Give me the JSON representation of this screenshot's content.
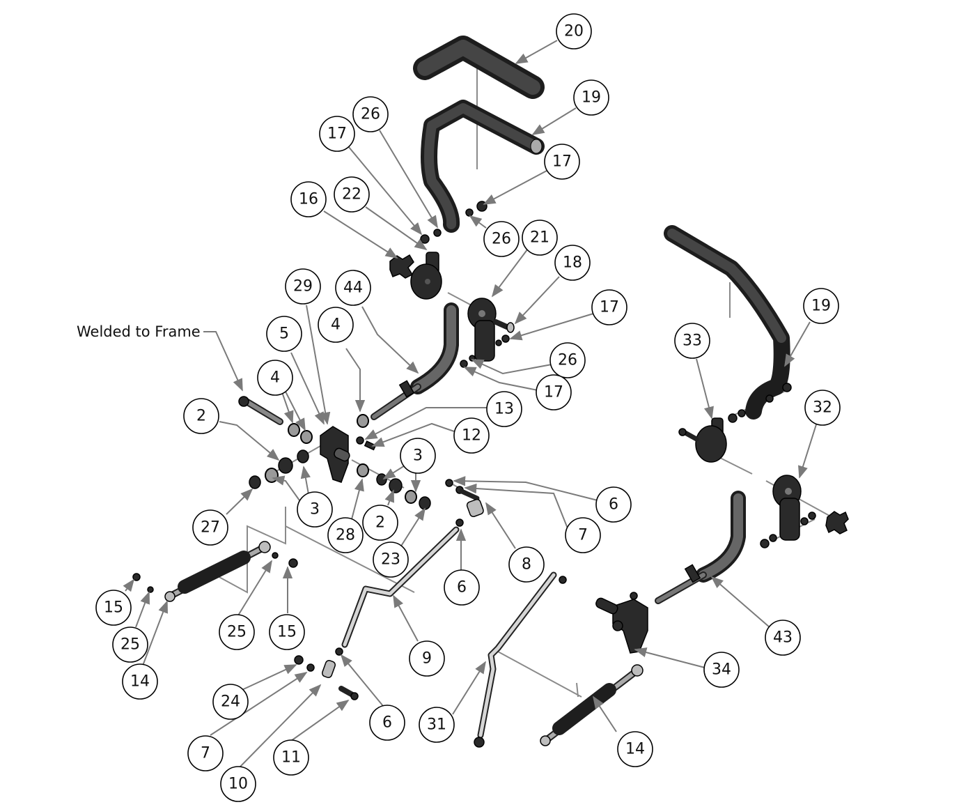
{
  "diagram": {
    "type": "exploded-parts-assembly",
    "note": "Welded to Frame",
    "callouts": [
      {
        "id": "c20a",
        "label": "20"
      },
      {
        "id": "c19a",
        "label": "19"
      },
      {
        "id": "c17a",
        "label": "17"
      },
      {
        "id": "c26a",
        "label": "26"
      },
      {
        "id": "c17b",
        "label": "17"
      },
      {
        "id": "c16",
        "label": "16"
      },
      {
        "id": "c22",
        "label": "22"
      },
      {
        "id": "c26b",
        "label": "26"
      },
      {
        "id": "c21",
        "label": "21"
      },
      {
        "id": "c18",
        "label": "18"
      },
      {
        "id": "c17c",
        "label": "17"
      },
      {
        "id": "c26c",
        "label": "26"
      },
      {
        "id": "c17d",
        "label": "17"
      },
      {
        "id": "c29",
        "label": "29"
      },
      {
        "id": "c44",
        "label": "44"
      },
      {
        "id": "c5",
        "label": "5"
      },
      {
        "id": "c4a",
        "label": "4"
      },
      {
        "id": "c4b",
        "label": "4"
      },
      {
        "id": "c13",
        "label": "13"
      },
      {
        "id": "c12",
        "label": "12"
      },
      {
        "id": "c2a",
        "label": "2"
      },
      {
        "id": "c3a",
        "label": "3"
      },
      {
        "id": "c3b",
        "label": "3"
      },
      {
        "id": "c27",
        "label": "27"
      },
      {
        "id": "c28",
        "label": "28"
      },
      {
        "id": "c2b",
        "label": "2"
      },
      {
        "id": "c23",
        "label": "23"
      },
      {
        "id": "c6a",
        "label": "6"
      },
      {
        "id": "c7a",
        "label": "7"
      },
      {
        "id": "c8",
        "label": "8"
      },
      {
        "id": "c6b",
        "label": "6"
      },
      {
        "id": "c15a",
        "label": "15"
      },
      {
        "id": "c25a",
        "label": "25"
      },
      {
        "id": "c14a",
        "label": "14"
      },
      {
        "id": "c25b",
        "label": "25"
      },
      {
        "id": "c15b",
        "label": "15"
      },
      {
        "id": "c9",
        "label": "9"
      },
      {
        "id": "c24",
        "label": "24"
      },
      {
        "id": "c7b",
        "label": "7"
      },
      {
        "id": "c10",
        "label": "10"
      },
      {
        "id": "c11",
        "label": "11"
      },
      {
        "id": "c6c",
        "label": "6"
      },
      {
        "id": "c31",
        "label": "31"
      },
      {
        "id": "c14b",
        "label": "14"
      },
      {
        "id": "c34",
        "label": "34"
      },
      {
        "id": "c43",
        "label": "43"
      },
      {
        "id": "c19b",
        "label": "19"
      },
      {
        "id": "c33",
        "label": "33"
      },
      {
        "id": "c32",
        "label": "32"
      }
    ]
  }
}
